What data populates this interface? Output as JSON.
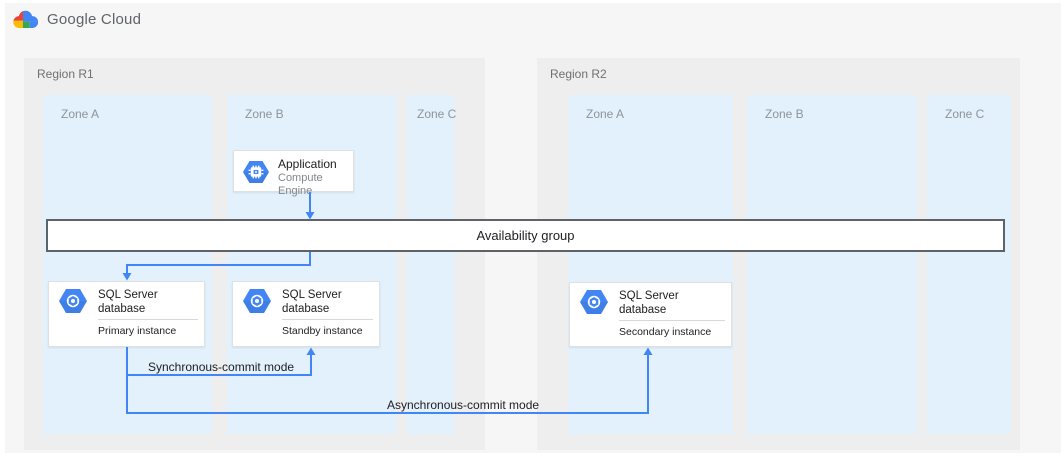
{
  "brand": {
    "name": "Google Cloud"
  },
  "regions": [
    {
      "label": "Region R1",
      "zones": [
        {
          "label": "Zone A"
        },
        {
          "label": "Zone B"
        },
        {
          "label": "Zone C"
        }
      ]
    },
    {
      "label": "Region R2",
      "zones": [
        {
          "label": "Zone A"
        },
        {
          "label": "Zone B"
        },
        {
          "label": "Zone C"
        }
      ]
    }
  ],
  "availability_group": {
    "label": "Availability group"
  },
  "nodes": {
    "application": {
      "title": "Application",
      "subtitle": "Compute Engine",
      "icon": "compute-engine"
    },
    "primary_db": {
      "title": "SQL Server database",
      "subtitle": "Primary instance",
      "icon": "cloud-sql"
    },
    "standby_db": {
      "title": "SQL Server database",
      "subtitle": "Standby instance",
      "icon": "cloud-sql"
    },
    "secondary_db": {
      "title": "SQL Server database",
      "subtitle": "Secondary instance",
      "icon": "cloud-sql"
    }
  },
  "connections": {
    "sync_label": "Synchronous-commit mode",
    "async_label": "Asynchronous-commit mode"
  },
  "colors": {
    "arrow_blue": "#4285f4",
    "icon_blue": "#4285f4",
    "zone_fill": "#e2f1fc",
    "region_fill": "#eeeeee",
    "canvas_fill": "#f6f6f6",
    "bar_border": "#5f6368"
  }
}
